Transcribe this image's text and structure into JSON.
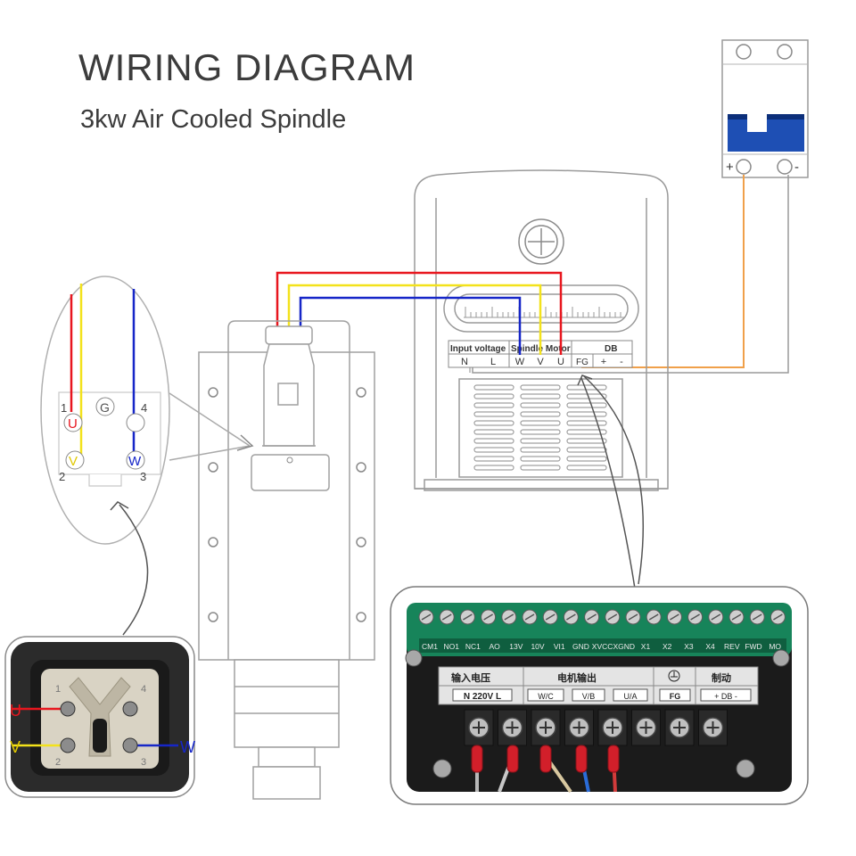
{
  "header": {
    "title": "WIRING DIAGRAM",
    "subtitle": "3kw Air Cooled Spindle"
  },
  "breaker": {
    "plus": "+",
    "minus": "-"
  },
  "vfd": {
    "group_input": "Input voltage",
    "group_spindle": "Spindle Motor",
    "group_db": "DB",
    "terminals": [
      "N",
      "L",
      "W",
      "V",
      "U",
      "FG",
      "+",
      "-"
    ]
  },
  "plug": {
    "pin1": "1",
    "pin2": "2",
    "pin3": "3",
    "pin4": "4",
    "ground": "G",
    "u": "U",
    "v": "V",
    "w": "W"
  },
  "connector_photo": {
    "u": "U",
    "v": "V",
    "w": "W",
    "pin1": "1",
    "pin2": "2",
    "pin3": "3",
    "pin4": "4"
  },
  "terminal_photo": {
    "top_labels": [
      "CM1",
      "NO1",
      "NC1",
      "AO",
      "13V",
      "10V",
      "VI1",
      "GND",
      "XVCC",
      "XGND",
      "X1",
      "X2",
      "X3",
      "X4",
      "REV",
      "FWD",
      "MO"
    ],
    "cn_input": "输入电压",
    "cn_motor": "电机输出",
    "cn_brake": "制动",
    "n220": "N 220V L",
    "wc": "W/C",
    "vb": "V/B",
    "ua": "U/A",
    "fg": "FG",
    "db": "+ DB -"
  },
  "colors": {
    "u_wire": "#e8161e",
    "v_wire": "#f3e21b",
    "w_wire": "#1626c8",
    "breaker_wire": "#f0a04a",
    "breaker_blue": "#1e4fb4",
    "board_green": "#17845a"
  }
}
